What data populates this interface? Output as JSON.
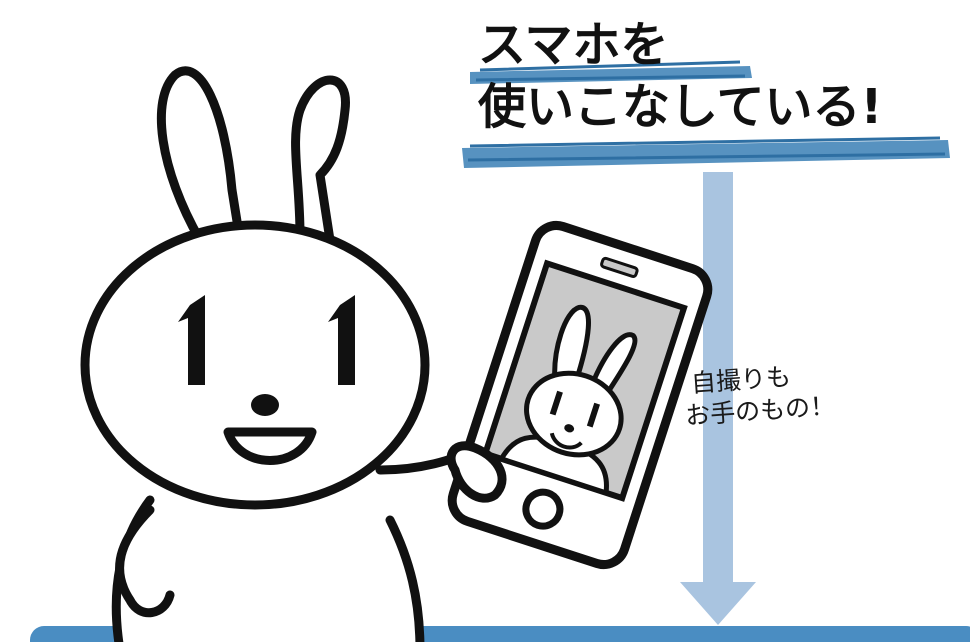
{
  "headline": {
    "line1": "スマホを",
    "line2": "使いこなしている!"
  },
  "caption": {
    "line1": "自撮りも",
    "line2": "お手のもの！"
  },
  "colors": {
    "brush": "#3a7fb5",
    "arrow": "#a9c4e0",
    "bottom_band": "#4a8dc2",
    "outline": "#111111",
    "screen": "#c9c9c9"
  },
  "icons": [
    "rabbit-mascot",
    "smartphone",
    "down-arrow"
  ]
}
